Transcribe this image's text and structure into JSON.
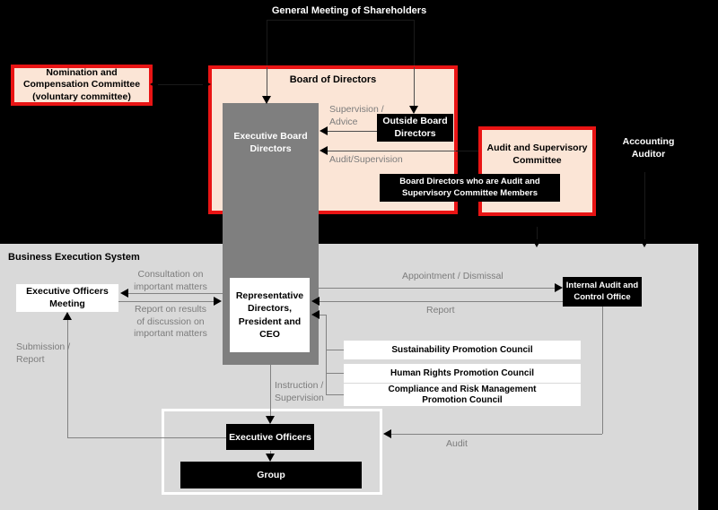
{
  "colors": {
    "background": "#000000",
    "panel_peach": "#fbe5d6",
    "red_border": "#e91414",
    "gray_column": "#7f7f7f",
    "execution_area_gray": "#d9d9d9",
    "edge_label_gray": "#7c7c7c",
    "box_black": "#000000",
    "box_white": "#ffffff"
  },
  "title": "General Meeting of Shareholders",
  "nomination_committee": {
    "lines": [
      "Nomination and",
      "Compensation Committee",
      "(voluntary committee)"
    ]
  },
  "board_of_directors": {
    "title": "Board of Directors"
  },
  "executive_board_directors": {
    "lines": [
      "Executive Board",
      "Directors"
    ]
  },
  "outside_board_directors": {
    "lines": [
      "Outside Board",
      "Directors"
    ]
  },
  "audit_committee": {
    "lines": [
      "Audit and Supervisory",
      "Committee"
    ]
  },
  "audit_committee_members": {
    "lines": [
      "Board Directors who are Audit and",
      "Supervisory Committee Members"
    ]
  },
  "accounting_auditor": {
    "lines": [
      "Accounting",
      "Auditor"
    ]
  },
  "business_execution": {
    "label": "Business Execution System"
  },
  "executive_officers_meeting": {
    "lines": [
      "Executive Officers",
      "Meeting"
    ]
  },
  "representative_directors": {
    "lines": [
      "Representative",
      "Directors,",
      "President and",
      "CEO"
    ]
  },
  "internal_audit_office": {
    "lines": [
      "Internal Audit and",
      "Control Office"
    ]
  },
  "councils": [
    {
      "lines": [
        "Sustainability Promotion Council",
        ""
      ]
    },
    {
      "lines": [
        "Human Rights Promotion Council",
        ""
      ]
    },
    {
      "lines": [
        "Compliance and Risk Management",
        "Promotion Council"
      ]
    }
  ],
  "executive_officers": {
    "label": "Executive Officers"
  },
  "group": {
    "label": "Group"
  },
  "edge_labels": {
    "supervision_advice": [
      "Supervision /",
      "Advice"
    ],
    "audit_supervision": "Audit/Supervision",
    "consultation": [
      "Consultation on",
      "important matters"
    ],
    "report_results": [
      "Report on results",
      "of discussion on",
      "important matters"
    ],
    "submission_report": [
      "Submission /",
      "Report"
    ],
    "appointment_dismissal": "Appointment / Dismissal",
    "report": "Report",
    "instruction_supervision": [
      "Instruction /",
      "Supervision"
    ],
    "audit": "Audit"
  }
}
